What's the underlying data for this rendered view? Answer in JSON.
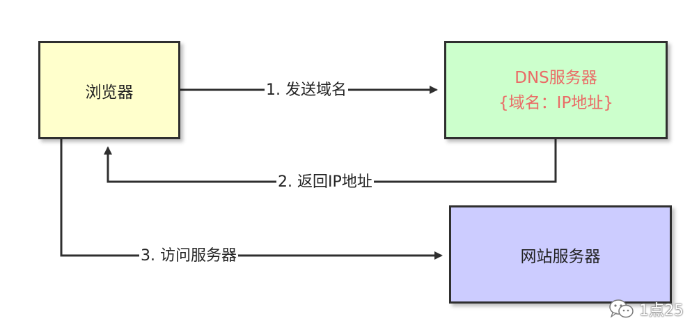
{
  "nodes": {
    "browser": {
      "label": "浏览器"
    },
    "dns": {
      "line1": "DNS服务器",
      "line2": "{域名：IP地址}"
    },
    "web": {
      "label": "网站服务器"
    }
  },
  "edges": {
    "send_domain": "1. 发送域名",
    "return_ip": "2. 返回IP地址",
    "visit_server": "3. 访问服务器"
  },
  "watermark": {
    "text": "1点25",
    "icon": "wechat-icon"
  },
  "colors": {
    "browser_fill": "#ffffcc",
    "dns_fill": "#ccffcc",
    "dns_text": "#ea6b66",
    "web_fill": "#ccccff",
    "stroke": "#2f2f2f"
  }
}
